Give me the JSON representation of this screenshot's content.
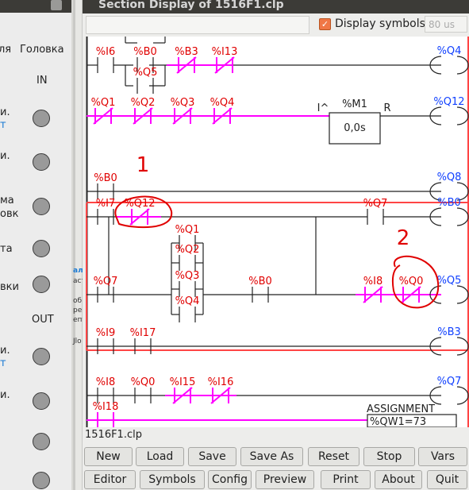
{
  "window": {
    "title": "Section Display of 1516F1.clp"
  },
  "toolbar": {
    "display_symbols_label": "Display symbols",
    "display_symbols_checked": true,
    "period_value": "80 us"
  },
  "left_panel": {
    "top_labels": [
      "ля",
      "Головка"
    ],
    "in_label": "IN",
    "out_label": "OUT",
    "frags": [
      "и.",
      "т",
      "и.",
      "ма",
      "овк",
      "та",
      "вки",
      "и.",
      "т",
      "и."
    ]
  },
  "scroll_fragments": [
    "ала",
    "аст",
    "об",
    "ре",
    "епу",
    "Jlo"
  ],
  "ladder": {
    "rungs": [
      {
        "contacts": [
          "%I6",
          "%B0",
          "%B3",
          "%I13"
        ],
        "branch": [
          "%Q5"
        ],
        "coil": "%Q4"
      },
      {
        "contacts": [
          "%Q1",
          "%Q2",
          "%Q3",
          "%Q4"
        ],
        "timer": {
          "name": "%M1",
          "input": "I^",
          "reset": "R",
          "value": "0,0s"
        },
        "coil": "%Q12"
      },
      {
        "contacts": [
          "%B0"
        ],
        "coil": "%Q8"
      },
      {
        "contacts": [
          "%I7",
          "%Q12",
          "%Q7",
          "%Q1",
          "%Q2",
          "%Q3",
          "%Q4",
          "%B0",
          "%I8",
          "%Q0"
        ],
        "branch": [
          "%Q7"
        ],
        "coils": [
          "%B0",
          "%Q5"
        ]
      },
      {
        "contacts": [
          "%I9",
          "%I17"
        ],
        "coil": "%B3"
      },
      {
        "contacts": [
          "%I8",
          "%Q0",
          "%I15",
          "%I16"
        ],
        "coil": "%Q7"
      },
      {
        "contacts": [
          "%I18"
        ],
        "operate": {
          "label": "ASSIGNMENT",
          "expression": "%QW1=73"
        }
      }
    ],
    "annotations": [
      "1",
      "2"
    ]
  },
  "status": {
    "file_name": "1516F1.clp"
  },
  "buttons_row1": [
    "New",
    "Load",
    "Save",
    "Save As",
    "Reset",
    "Stop",
    "Vars"
  ],
  "buttons_row2": [
    "Editor",
    "Symbols",
    "Config",
    "Preview",
    "Print",
    "About",
    "Quit"
  ]
}
